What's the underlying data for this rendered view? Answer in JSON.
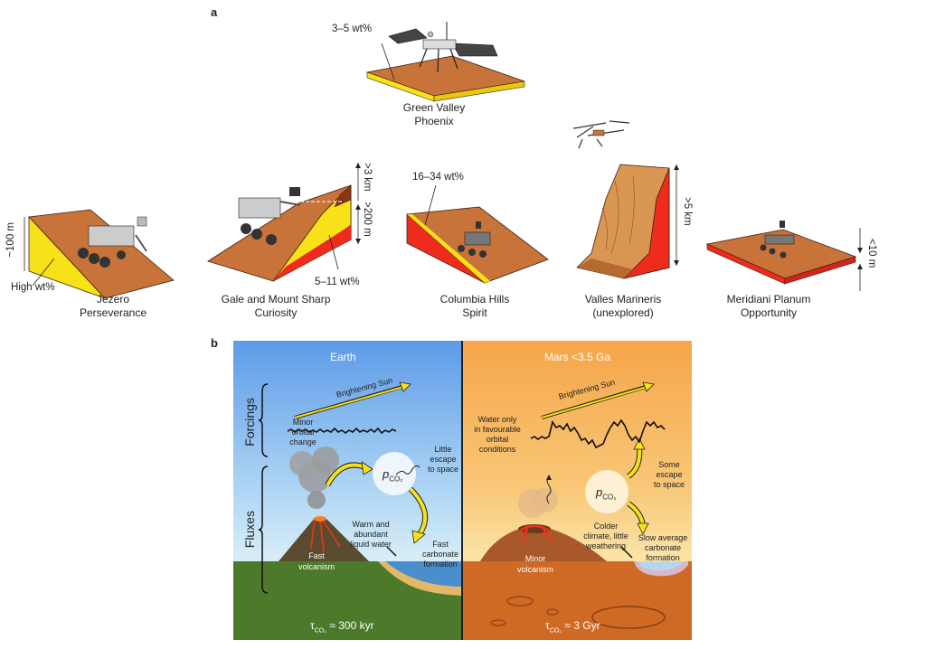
{
  "panel_a": {
    "label": "a",
    "sites": [
      {
        "name": "Green Valley",
        "mission": "Phoenix",
        "annotation": "3–5 wt%"
      },
      {
        "name": "Jezero",
        "mission": "Perseverance",
        "annotation": "High wt%",
        "depth": "~100 m"
      },
      {
        "name": "Gale and Mount Sharp",
        "mission": "Curiosity",
        "annotation": "5–11 wt%",
        "depth_outer": ">3 km",
        "depth_inner": ">200 m"
      },
      {
        "name": "Columbia Hills",
        "mission": "Spirit",
        "annotation": "16–34 wt%"
      },
      {
        "name": "Valles Marineris",
        "mission": "(unexplored)",
        "depth": ">5 km"
      },
      {
        "name": "Meridiani Planum",
        "mission": "Opportunity",
        "depth": "<10 m"
      }
    ]
  },
  "panel_b": {
    "label": "b",
    "side_labels": {
      "forcings": "Forcings",
      "fluxes": "Fluxes"
    },
    "earth": {
      "title": "Earth",
      "sun": "Brightening Sun",
      "orbital": "Minor orbital change",
      "orbital_lines": [
        "Minor",
        "orbital",
        "change"
      ],
      "pco2": "p",
      "pco2_sub": "CO₂",
      "escape_lines": [
        "Little",
        "escape",
        "to space"
      ],
      "water_lines": [
        "Warm and",
        "abundant",
        "liquid water"
      ],
      "carbonate_lines": [
        "Fast",
        "carbonate",
        "formation"
      ],
      "volcanism_lines": [
        "Fast",
        "volcanism"
      ],
      "tau_prefix": "τ",
      "tau_sub": "CO₂",
      "tau_value": "≈ 300 kyr"
    },
    "mars": {
      "title": "Mars <3.5 Ga",
      "sun": "Brightening Sun",
      "orbital_lines": [
        "Water only",
        "in favourable",
        "orbital",
        "conditions"
      ],
      "pco2": "p",
      "pco2_sub": "CO₂",
      "escape_lines": [
        "Some",
        "escape",
        "to space"
      ],
      "climate_lines": [
        "Colder",
        "climate, little",
        "weathering"
      ],
      "carbonate_lines": [
        "Slow average",
        "carbonate",
        "formation"
      ],
      "volcanism_lines": [
        "Minor",
        "volcanism"
      ],
      "tau_prefix": "τ",
      "tau_sub": "CO₂",
      "tau_value": "≈ 3 Gyr"
    }
  },
  "colors": {
    "yellow": "#f7e21a",
    "red": "#ee2b1c",
    "mars_soil": "#c8733a",
    "earth_sky_top": "#5d9be8",
    "earth_sky_bottom": "#d6ecf7",
    "mars_sky_top": "#f6a54a",
    "mars_sky_bottom": "#fbe3a6",
    "earth_ground": "#4d7a2a",
    "mars_ground": "#cf6a24"
  }
}
